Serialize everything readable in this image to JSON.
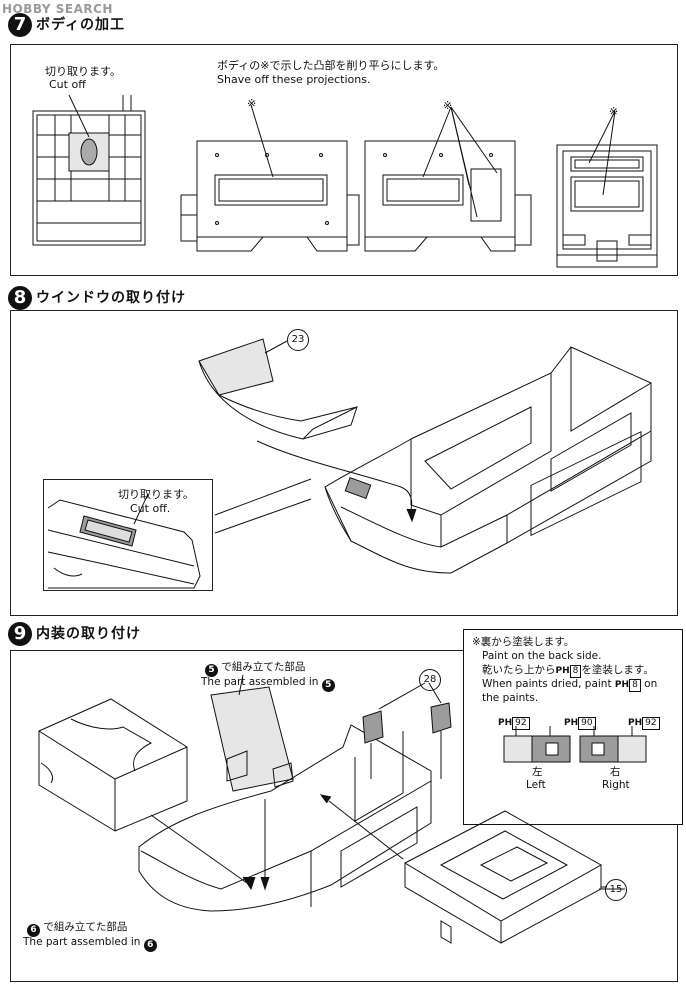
{
  "watermark": "HOBBY SEARCH",
  "steps": [
    {
      "number": "7",
      "title": "ボディの加工",
      "notes": {
        "cut_jp": "切り取ります。",
        "cut_en": "Cut off",
        "shave_jp": "ボディの※で示した凸部を削り平らにします。",
        "shave_en": "Shave off these projections.",
        "mark": "※"
      }
    },
    {
      "number": "8",
      "title": "ウインドウの取り付け",
      "notes": {
        "cut_jp": "切り取ります。",
        "cut_en": "Cut off.",
        "part": "23"
      }
    },
    {
      "number": "9",
      "title": "内装の取り付け",
      "notes": {
        "assembled5_jp": "で組み立てた部品",
        "assembled5_en": "The part assembled in",
        "assembled5_ref": "5",
        "assembled6_jp": "で組み立てた部品",
        "assembled6_en": "The part assembled in",
        "assembled6_ref": "6",
        "part28": "28",
        "part15": "15",
        "paint_line1": "※裏から塗装します。",
        "paint_line2": "Paint on the back side.",
        "paint_line3a": "乾いたら上から",
        "paint_line3b": "を塗装します。",
        "paint_line4a": "When paints dried, paint",
        "paint_line4b": "on",
        "paint_line5": "the paints.",
        "ph_prefix": "PH",
        "paint_code_top": "8",
        "paint_codes": [
          "92",
          "90",
          "92"
        ],
        "left_jp": "左",
        "left_en": "Left",
        "right_jp": "右",
        "right_en": "Right"
      }
    }
  ],
  "colors": {
    "ink": "#111111",
    "tone_light": "#e6e6e6",
    "tone_mid": "#9c9c9c"
  }
}
